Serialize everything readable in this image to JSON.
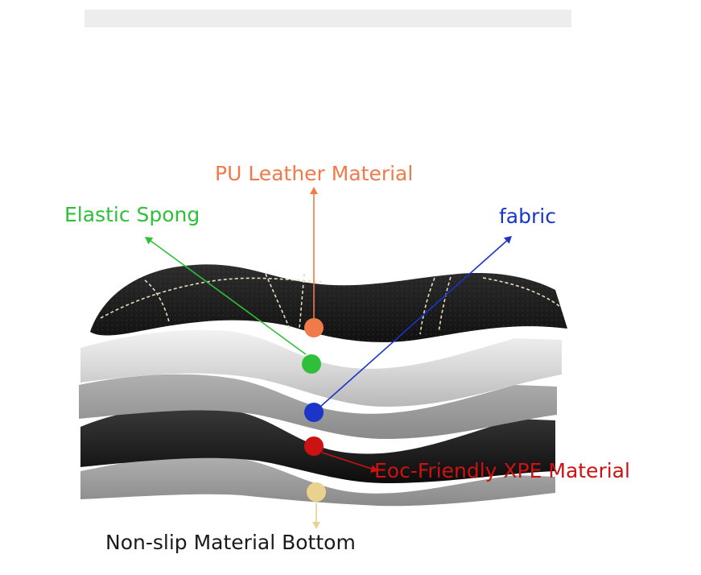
{
  "layers": [
    {
      "id": "pu",
      "label": "PU Leather Material",
      "color": "#f07a4a"
    },
    {
      "id": "elastic",
      "label": "Elastic Spong",
      "color": "#2fbf3a"
    },
    {
      "id": "fabric",
      "label": "fabric",
      "color": "#1a35c8"
    },
    {
      "id": "xpe",
      "label": "Eoc-Friendly XPE Material",
      "color": "#cc1212"
    },
    {
      "id": "bottom",
      "label": "Non-slip Material Bottom",
      "color": "#e8d28e"
    }
  ]
}
